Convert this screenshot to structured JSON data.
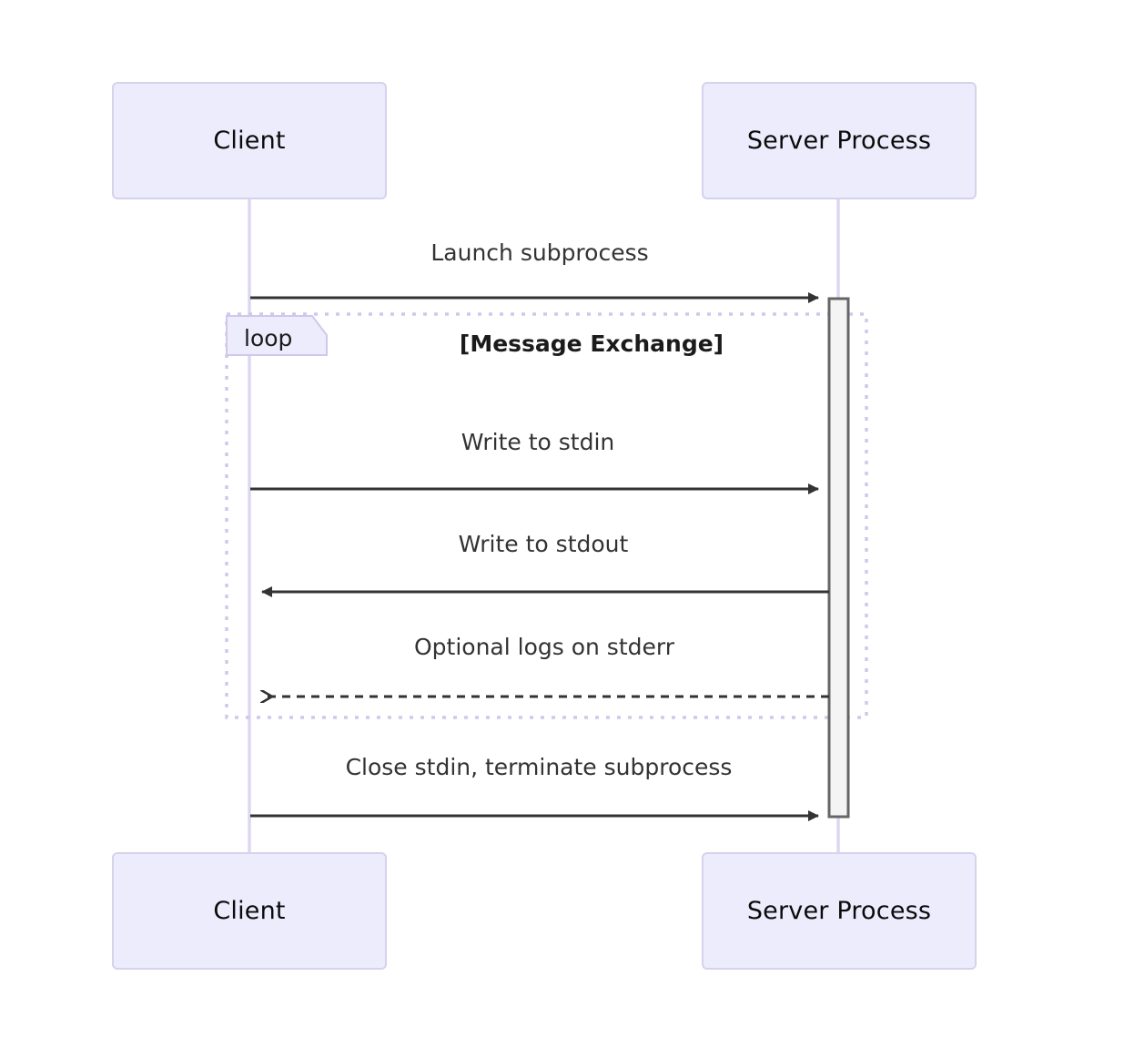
{
  "diagram": {
    "type": "sequence-diagram",
    "participants": [
      {
        "id": "client",
        "label": "Client"
      },
      {
        "id": "server",
        "label": "Server Process"
      }
    ],
    "fragment": {
      "kind_label": "loop",
      "title": "[Message Exchange]"
    },
    "messages": [
      {
        "id": "m1",
        "label": "Launch subprocess",
        "from": "client",
        "to": "server",
        "line": "solid",
        "arrow": "filled"
      },
      {
        "id": "m2",
        "label": "Write to stdin",
        "from": "client",
        "to": "server",
        "line": "solid",
        "arrow": "filled"
      },
      {
        "id": "m3",
        "label": "Write to stdout",
        "from": "server",
        "to": "client",
        "line": "solid",
        "arrow": "filled"
      },
      {
        "id": "m4",
        "label": "Optional logs on stderr",
        "from": "server",
        "to": "client",
        "line": "dashed",
        "arrow": "open"
      },
      {
        "id": "m5",
        "label": "Close stdin, terminate subprocess",
        "from": "client",
        "to": "server",
        "line": "solid",
        "arrow": "filled"
      }
    ],
    "colors": {
      "actor_fill": "#ececfc",
      "actor_border": "#d6d2ec",
      "lifeline": "#ddd6f3",
      "fragment_border": "#cfc8ea",
      "fragment_tag_fill": "#ececfc",
      "activation_fill": "#f4f4f4",
      "activation_border": "#666666",
      "arrow": "#333333",
      "text": "#333333",
      "background": "#ffffff"
    }
  }
}
